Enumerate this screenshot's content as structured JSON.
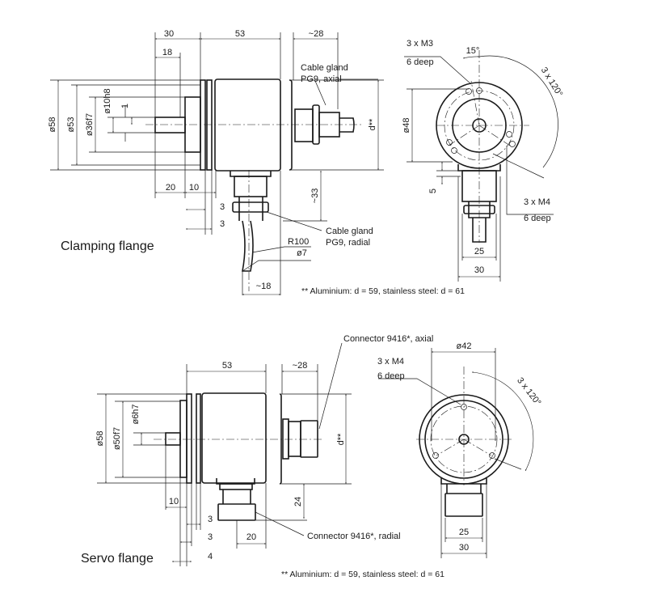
{
  "clamping": {
    "title": "Clamping flange",
    "dims": {
      "d30": "30",
      "d53": "53",
      "d28": "~28",
      "d18": "18",
      "o58": "ø58",
      "o53": "ø53",
      "o36": "ø36f7",
      "o10": "ø10h8",
      "one": "1",
      "d": "d**",
      "d20": "20",
      "d10": "10",
      "d3a": "3",
      "d3b": "3",
      "d33": "~33",
      "r100": "R100",
      "o7": "ø7",
      "d18b": "~18"
    },
    "labels": {
      "axial1": "Cable gland",
      "axial2": "PG9, axial",
      "radial1": "Cable gland",
      "radial2": "PG9, radial"
    },
    "footnote": "** Aluminium: d = 59, stainless steel: d = 61",
    "front": {
      "m3": "3 x M3",
      "m3deep": "6 deep",
      "angle15": "15°",
      "angle120": "3 x 120°",
      "o48": "ø48",
      "five": "5",
      "m4": "3 x M4",
      "m4deep": "6 deep",
      "d25": "25",
      "d30": "30"
    }
  },
  "servo": {
    "title": "Servo flange",
    "dims": {
      "d53": "53",
      "d28": "~28",
      "o58": "ø58",
      "o50": "ø50f7",
      "o6": "ø6h7",
      "d": "d**",
      "d24": "24",
      "d10": "10",
      "d3a": "3",
      "d3b": "3",
      "d20": "20",
      "d4": "4"
    },
    "labels": {
      "axial": "Connector 9416*, axial",
      "radial": "Connector 9416*, radial"
    },
    "footnote": "** Aluminium: d = 59, stainless steel: d = 61",
    "front": {
      "o42": "ø42",
      "m4": "3 x M4",
      "m4deep": "6 deep",
      "angle120": "3 x 120°",
      "d25": "25",
      "d30": "30"
    }
  }
}
